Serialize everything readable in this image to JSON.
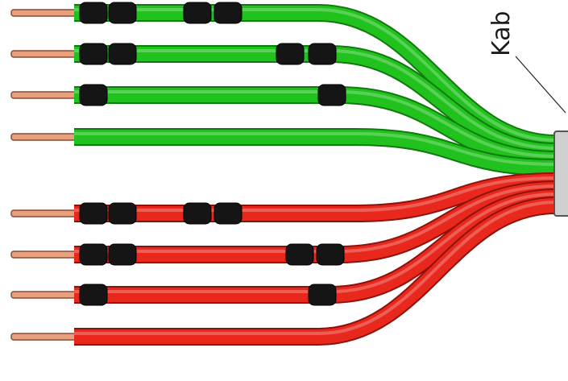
{
  "diagram": {
    "callout": {
      "label": "Kab"
    },
    "colors": {
      "green_wire": "#22c21e",
      "green_wire_dark": "#0f7a0d",
      "red_wire": "#e8281c",
      "red_wire_dark": "#8e120b",
      "copper": "#e8a07e",
      "copper_dark": "#8a4b33",
      "marker_sleeve": "#151515",
      "connector": "#d0d0d0"
    },
    "wires": [
      {
        "id": "green-1",
        "color": "green",
        "marker_count": 4
      },
      {
        "id": "green-2",
        "color": "green",
        "marker_count": 4
      },
      {
        "id": "green-3",
        "color": "green",
        "marker_count": 2
      },
      {
        "id": "green-4",
        "color": "green",
        "marker_count": 0
      },
      {
        "id": "red-1",
        "color": "red",
        "marker_count": 4
      },
      {
        "id": "red-2",
        "color": "red",
        "marker_count": 4
      },
      {
        "id": "red-3",
        "color": "red",
        "marker_count": 2
      },
      {
        "id": "red-4",
        "color": "red",
        "marker_count": 0
      }
    ]
  }
}
